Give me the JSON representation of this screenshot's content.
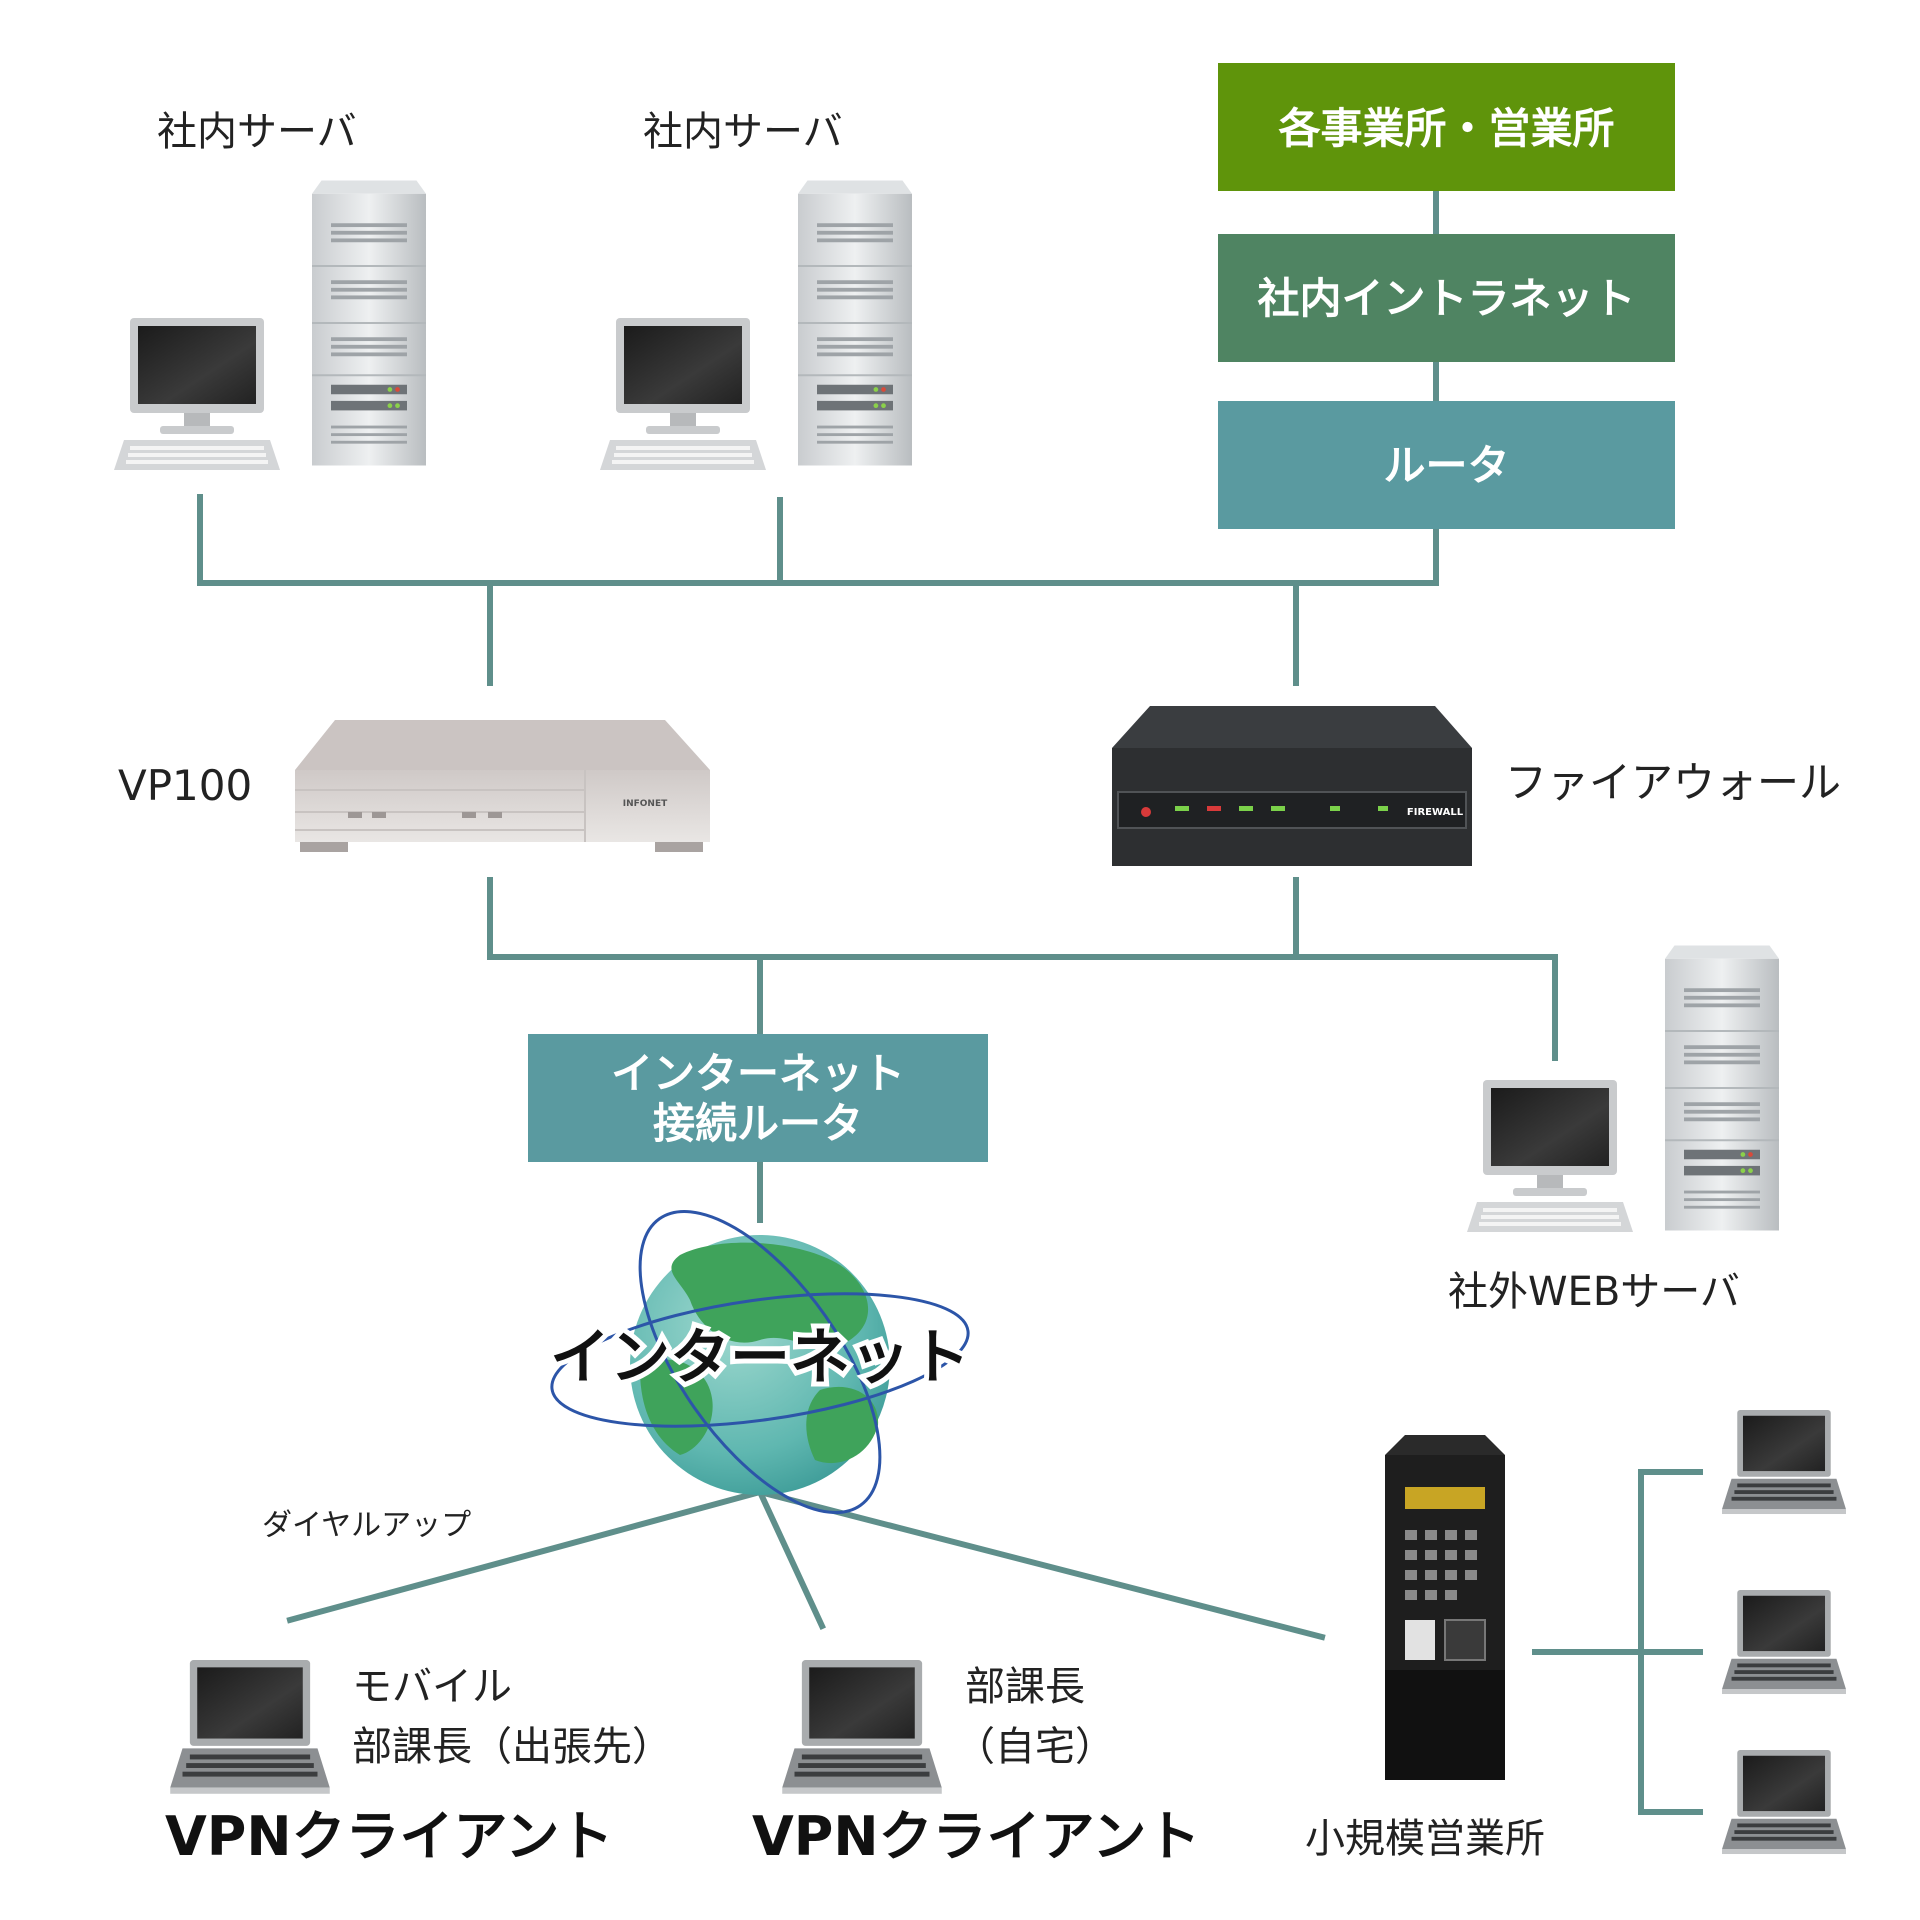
{
  "colors": {
    "line": "#5f8f8b",
    "box_offices": "#5f940b",
    "box_intranet": "#4f8462",
    "box_router": "#5a9aa0",
    "box_inet_router": "#5a9aa0"
  },
  "servers": {
    "left_label": "社内サーバ",
    "right_label": "社内サーバ"
  },
  "stack": {
    "offices": "各事業所・営業所",
    "intranet": "社内イントラネット",
    "router": "ルータ"
  },
  "devices": {
    "vp100_label": "VP100",
    "vp100_brand": "INFONET",
    "firewall_label": "ファイアウォール",
    "firewall_brand": "FIREWALL"
  },
  "inet_router": {
    "line1": "インターネット",
    "line2": "接続ルータ"
  },
  "globe": {
    "label": "インターネット"
  },
  "web_server": {
    "label": "社外WEBサーバ"
  },
  "links": {
    "dialup_label": "ダイヤルアップ"
  },
  "clients": {
    "mobile_line1": "モバイル",
    "mobile_line2": "部課長（出張先）",
    "home_line1": "部課長",
    "home_line2": "（自宅）",
    "vpn_label_left": "VPNクライアント",
    "vpn_label_right": "VPNクライアント"
  },
  "small_office": {
    "label": "小規模営業所"
  }
}
